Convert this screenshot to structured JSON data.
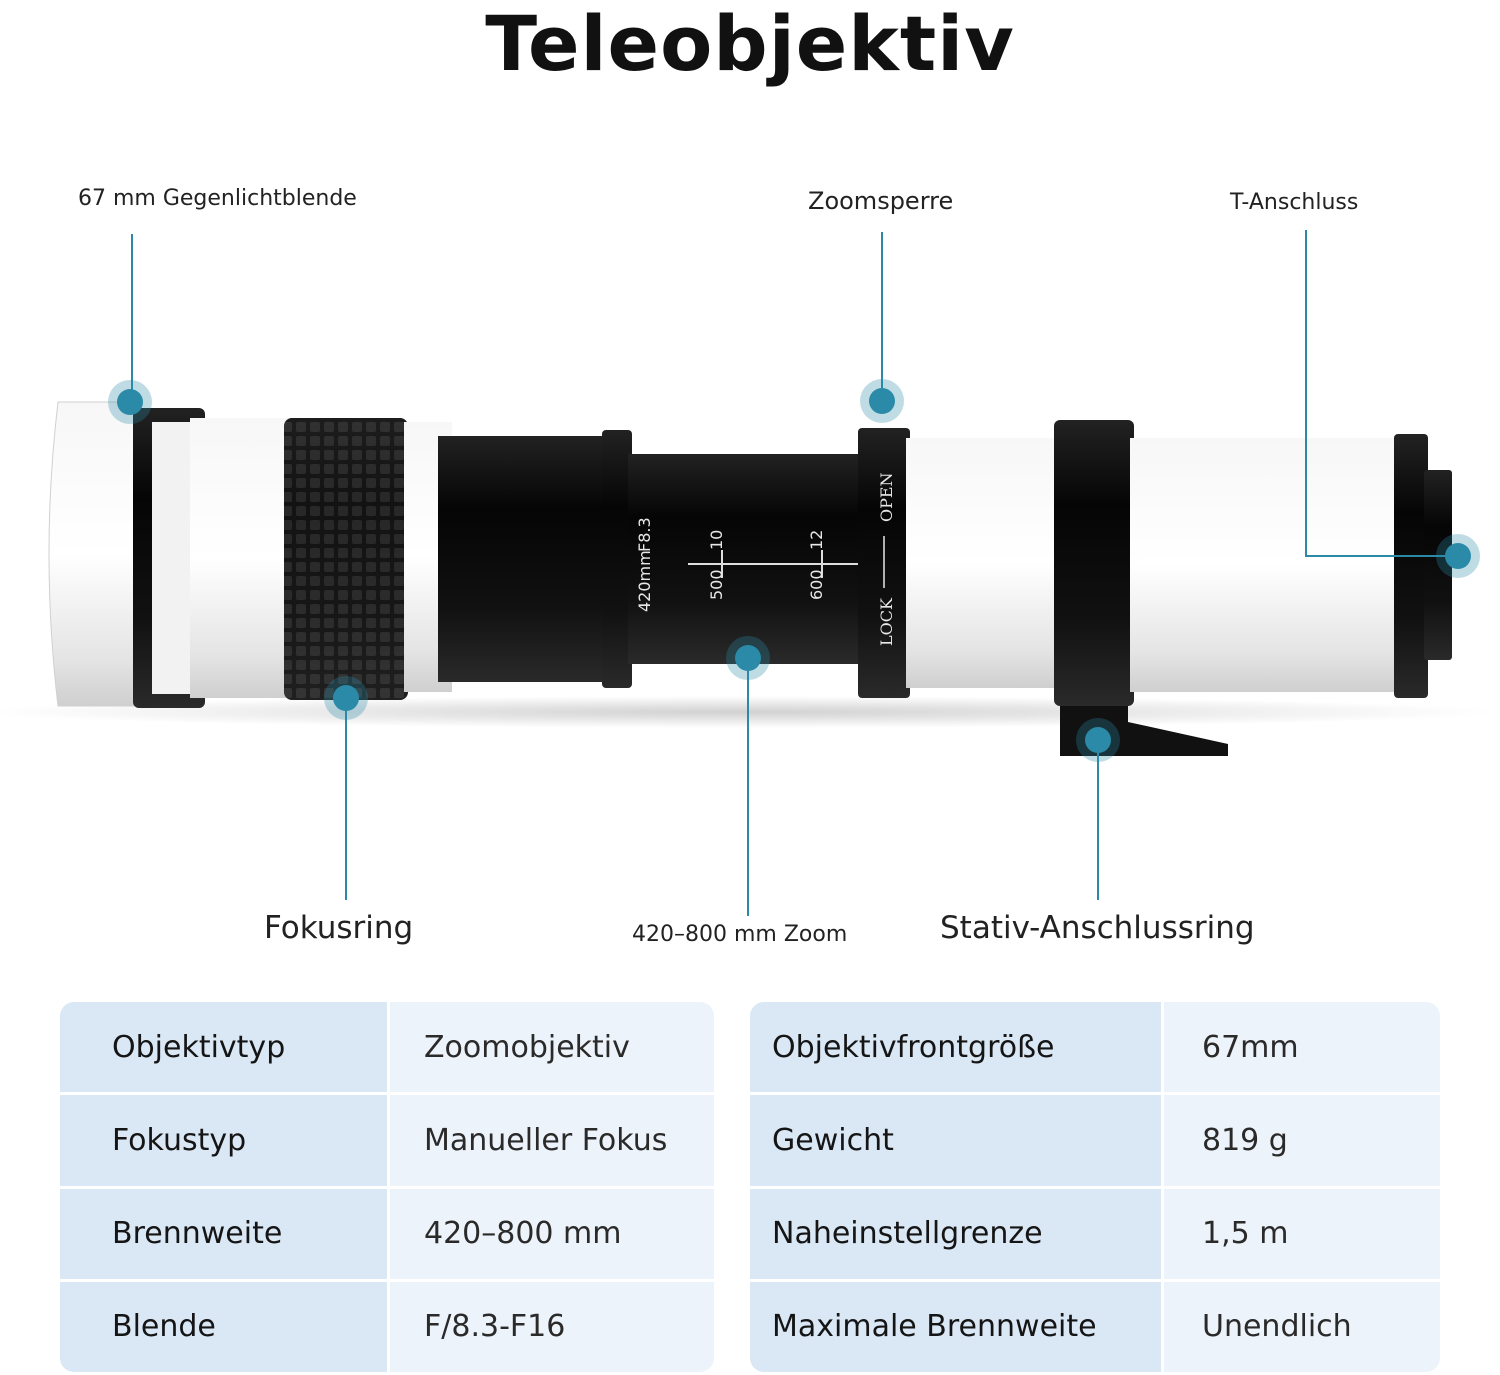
{
  "title": "Teleobjektiv",
  "callouts": {
    "hood": "67 mm Gegenlichtblende",
    "zoom_lock": "Zoomsperre",
    "t_mount": "T-Anschluss",
    "focus_ring": "Fokusring",
    "zoom": "420–800 mm Zoom",
    "tripod_ring": "Stativ-Anschlussring"
  },
  "lens_markings": {
    "aperture": "F8.3",
    "focal_min": "420mm",
    "scale_top": [
      "10",
      "12"
    ],
    "scale_bottom": [
      "500",
      "600"
    ],
    "open": "OPEN",
    "lock": "LOCK"
  },
  "colors": {
    "accent": "#2a8aa8",
    "table_label_bg": "#dae7f5",
    "table_value_bg": "#edf3fa"
  },
  "specs_left": [
    {
      "label": "Objektivtyp",
      "value": "Zoomobjektiv"
    },
    {
      "label": "Fokustyp",
      "value": "Manueller Fokus"
    },
    {
      "label": "Brennweite",
      "value": "420–800 mm"
    },
    {
      "label": "Blende",
      "value": "F/8.3-F16"
    }
  ],
  "specs_right": [
    {
      "label": "Objektivfrontgröße",
      "value": "67mm"
    },
    {
      "label": "Gewicht",
      "value": "819 g"
    },
    {
      "label": "Naheinstellgrenze",
      "value": "1,5 m"
    },
    {
      "label": "Maximale Brennweite",
      "value": "Unendlich"
    }
  ]
}
